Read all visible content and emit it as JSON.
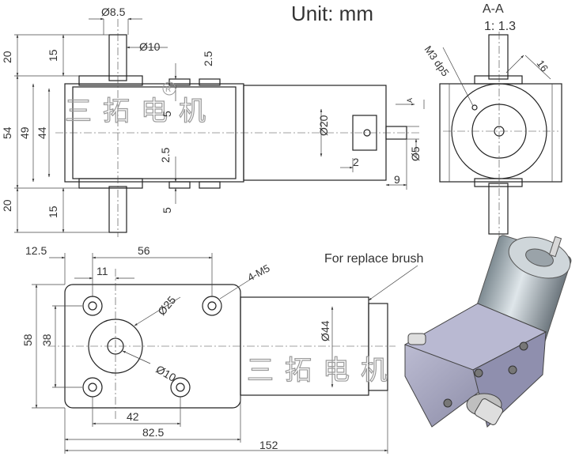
{
  "header": {
    "unit_text": "Unit: mm"
  },
  "section": {
    "title": "A-A",
    "scale": "1: 1.3",
    "thread": "M3 dp5",
    "depth": "16"
  },
  "watermark": {
    "text": "三拓电机",
    "registered": "R"
  },
  "callout": {
    "brush": "For replace brush",
    "holes": "4-M5",
    "arrow_label": "A"
  },
  "dims_top": [
    "Ø8.5",
    "Ø10",
    "20",
    "15",
    "2.5",
    "54",
    "49",
    "44",
    "5",
    "Ø20",
    "2.5",
    "Ø5",
    "2",
    "9",
    "20",
    "15",
    "5"
  ],
  "dims_bottom": [
    "12.5",
    "56",
    "11",
    "58",
    "38",
    "Ø25",
    "Ø10",
    "Ø44",
    "42",
    "82.5",
    "152"
  ]
}
